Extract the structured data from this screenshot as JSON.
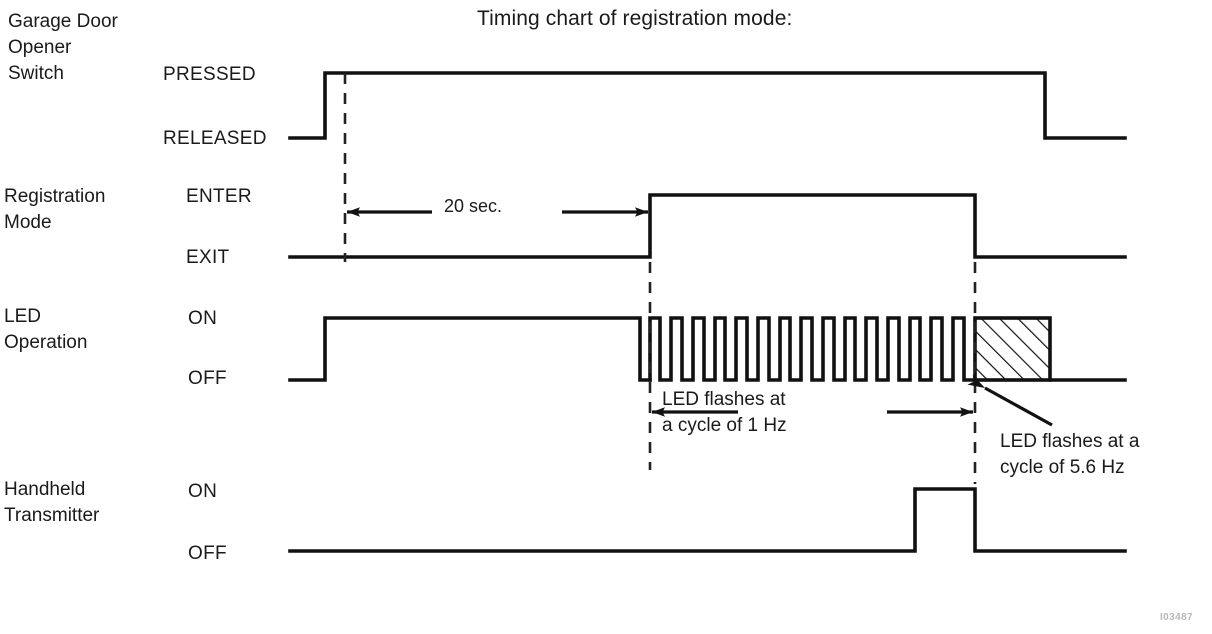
{
  "title": "Timing chart of registration mode:",
  "watermark": "I03487",
  "colors": {
    "ink": "#1a1a1a",
    "background": "#ffffff",
    "waveform": "#111111",
    "dashed": "#333333"
  },
  "rows": [
    {
      "id": "garage-door-opener-switch",
      "name_lines": [
        "Garage Door",
        "Opener",
        "Switch"
      ],
      "high_label": "PRESSED",
      "low_label": "RELEASED"
    },
    {
      "id": "registration-mode",
      "name_lines": [
        "Registration",
        "Mode"
      ],
      "high_label": "ENTER",
      "low_label": "EXIT"
    },
    {
      "id": "led-operation",
      "name_lines": [
        "LED",
        "Operation"
      ],
      "high_label": "ON",
      "low_label": "OFF"
    },
    {
      "id": "handheld-transmitter",
      "name_lines": [
        "Handheld",
        "Transmitter"
      ],
      "high_label": "ON",
      "low_label": "OFF"
    }
  ],
  "annotations": {
    "duration_20sec": "20 sec.",
    "led_1hz_lines": [
      "LED flashes at",
      "a cycle of 1 Hz"
    ],
    "led_56hz_lines": [
      "LED flashes at a",
      "cycle of 5.6 Hz"
    ]
  },
  "chart_data": {
    "type": "line",
    "title": "Timing chart of registration mode:",
    "xlabel": "",
    "ylabel": "",
    "grid": false,
    "legend": "none",
    "xlim": [
      290,
      1125
    ],
    "time_markers": {
      "t_press": 345,
      "t_enter": 650,
      "t_exit": 975,
      "t_release": 1045,
      "t_end": 1125
    },
    "series": [
      {
        "name": "Garage Door Opener Switch",
        "states": [
          "RELEASED",
          "PRESSED"
        ],
        "transitions": [
          {
            "x": 290,
            "state": "RELEASED"
          },
          {
            "x": 325,
            "state": "PRESSED"
          },
          {
            "x": 1045,
            "state": "RELEASED"
          },
          {
            "x": 1125,
            "state": "RELEASED"
          }
        ]
      },
      {
        "name": "Registration Mode",
        "states": [
          "EXIT",
          "ENTER"
        ],
        "transitions": [
          {
            "x": 290,
            "state": "EXIT"
          },
          {
            "x": 650,
            "state": "ENTER"
          },
          {
            "x": 975,
            "state": "EXIT"
          },
          {
            "x": 1125,
            "state": "EXIT"
          }
        ]
      },
      {
        "name": "LED Operation",
        "states": [
          "OFF",
          "ON"
        ],
        "transitions": [
          {
            "x": 290,
            "state": "OFF"
          },
          {
            "x": 325,
            "state": "ON"
          },
          {
            "x": 640,
            "state": "OFF"
          }
        ],
        "pulse_train": {
          "start": 650,
          "end": 975,
          "count": 15,
          "frequency_hz": 1,
          "label": "LED flashes at a cycle of 1 Hz"
        },
        "hatched_block": {
          "start": 975,
          "end": 1050,
          "frequency_hz": 5.6,
          "label": "LED flashes at a cycle of 5.6 Hz"
        },
        "tail": {
          "start": 1050,
          "end": 1125,
          "state": "OFF"
        }
      },
      {
        "name": "Handheld Transmitter",
        "states": [
          "OFF",
          "ON"
        ],
        "transitions": [
          {
            "x": 290,
            "state": "OFF"
          },
          {
            "x": 915,
            "state": "ON"
          },
          {
            "x": 975,
            "state": "OFF"
          },
          {
            "x": 1125,
            "state": "OFF"
          }
        ]
      }
    ],
    "dimension_arrows": [
      {
        "label": "20 sec.",
        "from": 345,
        "to": 650,
        "y": 212
      },
      {
        "label": "LED flashes at a cycle of 1 Hz",
        "from": 650,
        "to": 975,
        "y": 412
      }
    ]
  }
}
